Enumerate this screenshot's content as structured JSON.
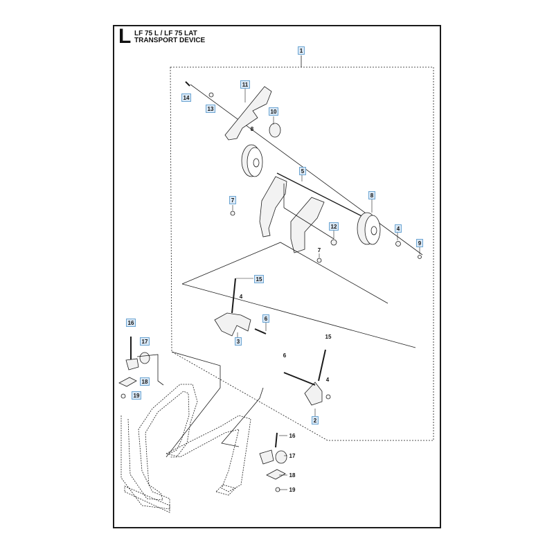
{
  "header": {
    "section_letter": "L",
    "model_line": "LF 75 L / LF 75 LAT",
    "title": "TRANSPORT DEVICE"
  },
  "callouts": [
    {
      "id": "c1",
      "text": "1",
      "boxed": true
    },
    {
      "id": "c2",
      "text": "2",
      "boxed": true
    },
    {
      "id": "c3",
      "text": "3",
      "boxed": true
    },
    {
      "id": "c4a",
      "text": "4",
      "boxed": true
    },
    {
      "id": "c4b",
      "text": "4",
      "boxed": false
    },
    {
      "id": "c4c",
      "text": "4",
      "boxed": false
    },
    {
      "id": "c5",
      "text": "5",
      "boxed": true
    },
    {
      "id": "c6a",
      "text": "6",
      "boxed": true
    },
    {
      "id": "c6b",
      "text": "6",
      "boxed": false
    },
    {
      "id": "c7a",
      "text": "7",
      "boxed": true
    },
    {
      "id": "c7b",
      "text": "7",
      "boxed": false
    },
    {
      "id": "c8a",
      "text": "8",
      "boxed": false
    },
    {
      "id": "c8b",
      "text": "8",
      "boxed": true
    },
    {
      "id": "c9",
      "text": "9",
      "boxed": true
    },
    {
      "id": "c10",
      "text": "10",
      "boxed": true
    },
    {
      "id": "c11",
      "text": "11",
      "boxed": true
    },
    {
      "id": "c12",
      "text": "12",
      "boxed": true
    },
    {
      "id": "c13",
      "text": "13",
      "boxed": true
    },
    {
      "id": "c14",
      "text": "14",
      "boxed": true
    },
    {
      "id": "c15a",
      "text": "15",
      "boxed": true
    },
    {
      "id": "c15b",
      "text": "15",
      "boxed": false
    },
    {
      "id": "c16a",
      "text": "16",
      "boxed": true
    },
    {
      "id": "c16b",
      "text": "16",
      "boxed": false
    },
    {
      "id": "c17a",
      "text": "17",
      "boxed": true
    },
    {
      "id": "c17b",
      "text": "17",
      "boxed": false
    },
    {
      "id": "c18a",
      "text": "18",
      "boxed": true
    },
    {
      "id": "c18b",
      "text": "18",
      "boxed": false
    },
    {
      "id": "c19a",
      "text": "19",
      "boxed": true
    },
    {
      "id": "c19b",
      "text": "19",
      "boxed": false
    }
  ],
  "colors": {
    "line": "#1a1a1a",
    "callout_box_border": "#4a90c8",
    "callout_box_fill": "#dbe9f6",
    "part_fill": "#f2f2f2"
  }
}
